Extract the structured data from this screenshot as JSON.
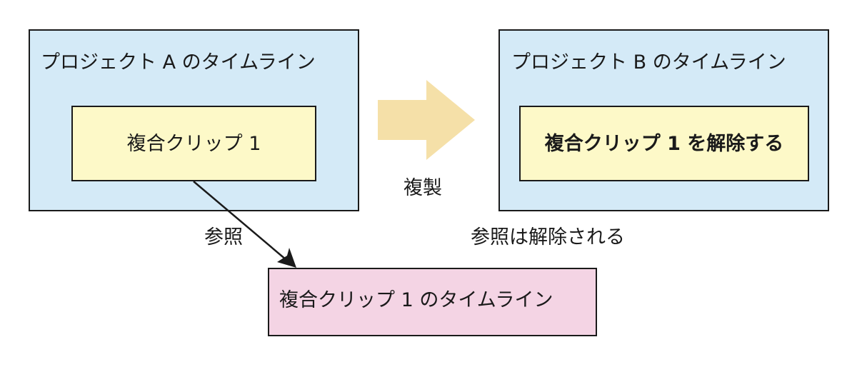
{
  "project_a": {
    "title": "プロジェクト A のタイムライン",
    "clip_label": "複合クリップ 1"
  },
  "project_b": {
    "title": "プロジェクト B のタイムライン",
    "clip_label": "複合クリップ 1 を解除する"
  },
  "clip_timeline": {
    "label": "複合クリップ 1 のタイムライン"
  },
  "edges": {
    "copy_label": "複製",
    "reference_label": "参照",
    "reference_released_label": "参照は解除される"
  },
  "colors": {
    "project_fill": "#d4eaf7",
    "clip_fill": "#fdf9c8",
    "clip_timeline_fill": "#f4d4e4",
    "copy_arrow": "#f5e0a8",
    "stroke": "#1a1a1a"
  }
}
